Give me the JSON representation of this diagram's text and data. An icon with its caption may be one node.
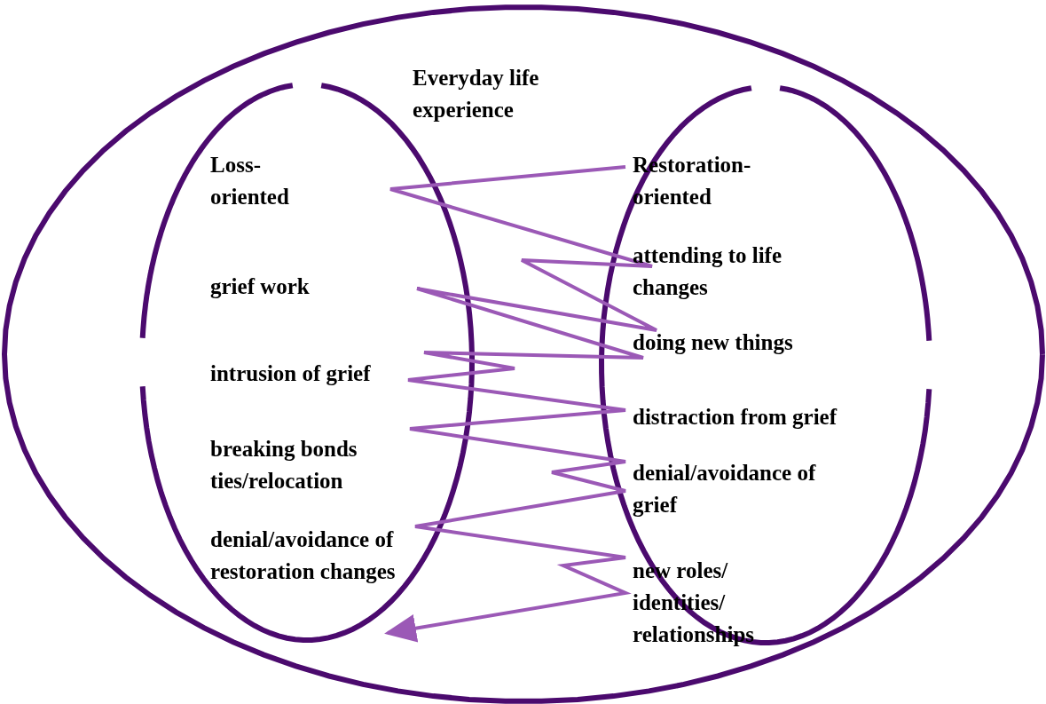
{
  "diagram": {
    "nodes": [
      {
        "text": [
          "Everyday life experience"
        ]
      },
      {
        "text": [
          "Loss-oriented",
          "grief work",
          "intrusion of grief",
          "breaking bonds ties/relocation",
          "denial/avoidance of restoration changes"
        ],
        "in": 0
      },
      {
        "text": [
          "Restoration-oriented",
          "attending to life changes",
          "doing new things",
          "distraction from grief",
          "denial/avoidance of grief",
          "new roles/ identities/ relationships"
        ],
        "in": 0
      }
    ],
    "edges": [
      {
        "from": 2,
        "to": 1,
        "arrow": "to"
      }
    ]
  }
}
